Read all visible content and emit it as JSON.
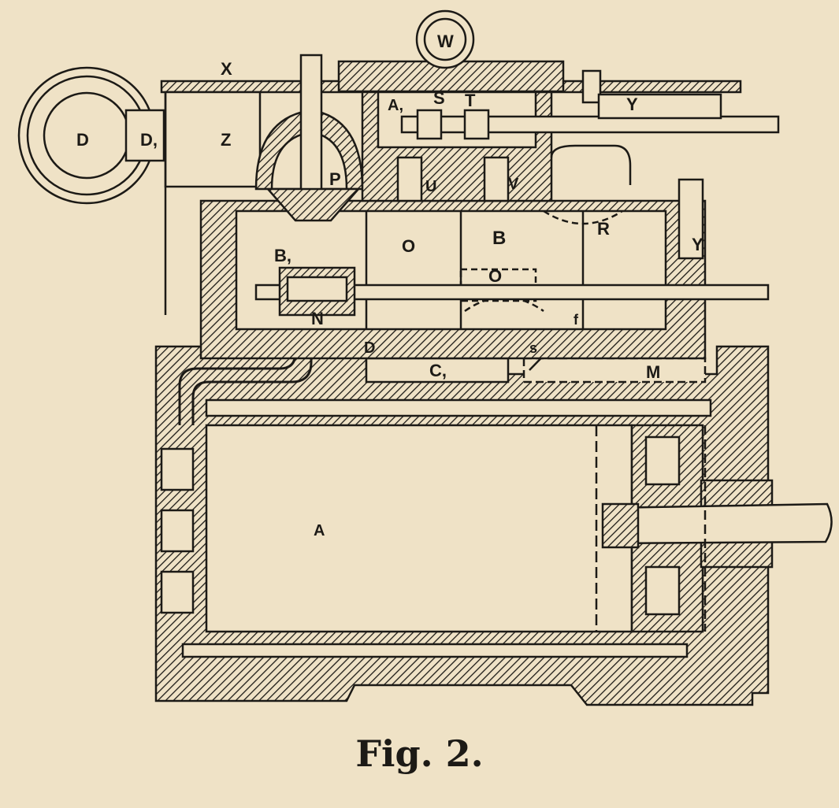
{
  "figure": {
    "caption": "Fig. 2.",
    "labels": {
      "D": "D",
      "D1": "D,",
      "Z": "Z",
      "X": "X",
      "W": "W",
      "S": "S",
      "T": "T",
      "A1": "A,",
      "Y_top": "Y",
      "Y_right": "Y",
      "P": "P",
      "U": "U",
      "V": "V",
      "R": "R",
      "B": "B",
      "B1": "B,",
      "O_left": "O",
      "O_mid": "O",
      "N": "N",
      "D_lower": "D",
      "C1": "C,",
      "M": "M",
      "s": "s",
      "f": "f",
      "A": "A"
    }
  },
  "colors": {
    "paper": "#efe2c6",
    "ink": "#1c1a16",
    "bleed": "#d6c9ad"
  }
}
